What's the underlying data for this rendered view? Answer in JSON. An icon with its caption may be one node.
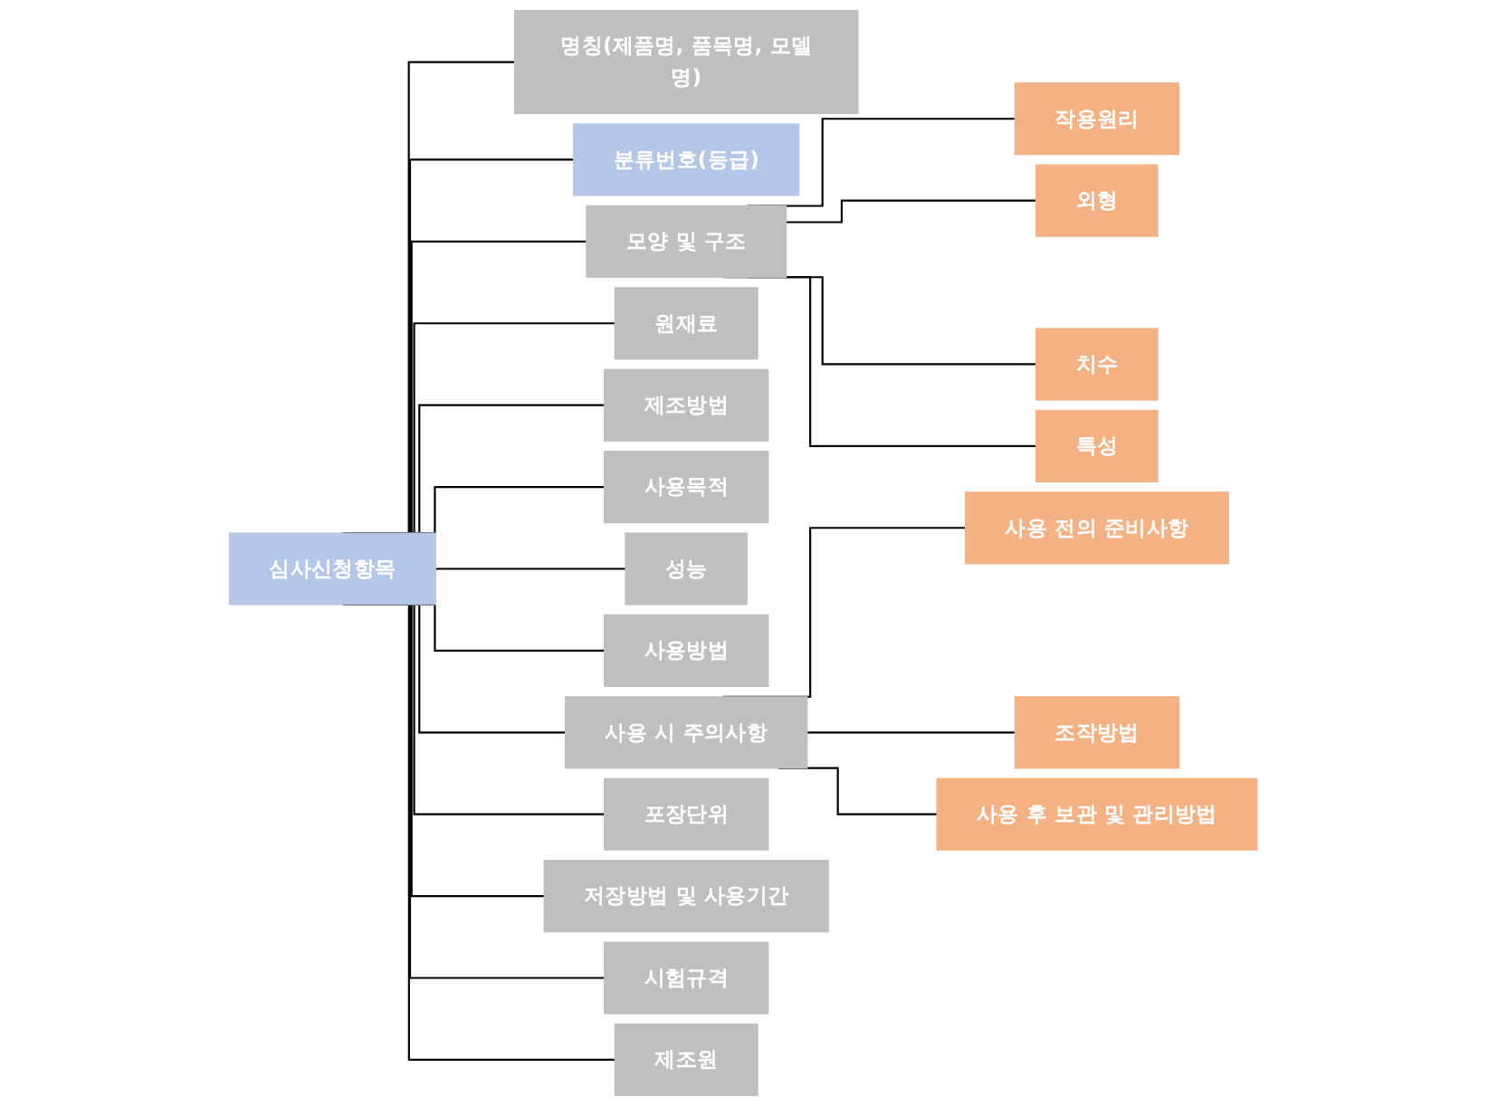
{
  "diagram": {
    "nodes": [
      {
        "text": [
          "심사신청항목"
        ]
      },
      {
        "text": [
          "명칭(제품명, 품목명, 모델명)"
        ]
      },
      {
        "text": [
          "분류번호(등급)"
        ]
      },
      {
        "text": [
          "모양 및 구조"
        ]
      },
      {
        "text": [
          "원재료"
        ]
      },
      {
        "text": [
          "제조방법"
        ]
      },
      {
        "text": [
          "사용목적"
        ]
      },
      {
        "text": [
          "성능"
        ]
      },
      {
        "text": [
          "사용방법"
        ]
      },
      {
        "text": [
          "사용 시 주의사항"
        ]
      },
      {
        "text": [
          "포장단위"
        ]
      },
      {
        "text": [
          "저장방법 및 사용기간"
        ]
      },
      {
        "text": [
          "시험규격"
        ]
      },
      {
        "text": [
          "제조원"
        ]
      },
      {
        "text": [
          "작용원리"
        ]
      },
      {
        "text": [
          "외형"
        ]
      },
      {
        "text": [
          "치수"
        ]
      },
      {
        "text": [
          "특성"
        ]
      },
      {
        "text": [
          "사용 전의 준비사항"
        ]
      },
      {
        "text": [
          "조작방법"
        ]
      },
      {
        "text": [
          "사용 후 보관 및 관리방법"
        ]
      }
    ],
    "edges": [
      {
        "from": 0,
        "to": 1,
        "arrow": "none"
      },
      {
        "from": 0,
        "to": 2,
        "arrow": "none"
      },
      {
        "from": 0,
        "to": 3,
        "arrow": "none"
      },
      {
        "from": 0,
        "to": 4,
        "arrow": "none"
      },
      {
        "from": 0,
        "to": 5,
        "arrow": "none"
      },
      {
        "from": 0,
        "to": 6,
        "arrow": "none"
      },
      {
        "from": 0,
        "to": 7,
        "arrow": "none"
      },
      {
        "from": 0,
        "to": 8,
        "arrow": "none"
      },
      {
        "from": 0,
        "to": 9,
        "arrow": "none"
      },
      {
        "from": 0,
        "to": 10,
        "arrow": "none"
      },
      {
        "from": 0,
        "to": 11,
        "arrow": "none"
      },
      {
        "from": 0,
        "to": 12,
        "arrow": "none"
      },
      {
        "from": 0,
        "to": 13,
        "arrow": "none"
      },
      {
        "from": 3,
        "to": 14,
        "arrow": "none"
      },
      {
        "from": 3,
        "to": 15,
        "arrow": "none"
      },
      {
        "from": 3,
        "to": 16,
        "arrow": "none"
      },
      {
        "from": 3,
        "to": 17,
        "arrow": "none"
      },
      {
        "from": 9,
        "to": 18,
        "arrow": "none"
      },
      {
        "from": 9,
        "to": 19,
        "arrow": "none"
      },
      {
        "from": 9,
        "to": 20,
        "arrow": "none"
      }
    ]
  }
}
